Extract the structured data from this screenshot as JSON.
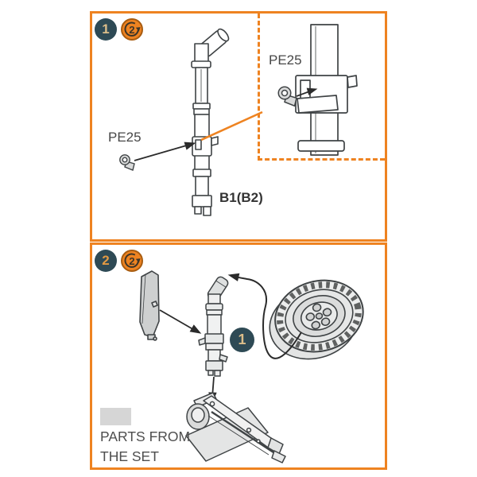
{
  "panels": [
    {
      "step_badge": "1",
      "repeat_badge": "2",
      "labels": {
        "pe_callout": "PE25",
        "pe_inset_callout": "PE25",
        "part_code": "B1(B2)"
      }
    },
    {
      "step_badge": "2",
      "repeat_badge": "2",
      "assembly_ref_badge": "1",
      "legend": {
        "line1": "PARTS FROM",
        "line2": "THE SET"
      }
    }
  ],
  "colors": {
    "accent_orange": "#EE8321",
    "badge_dark": "#2E4A55",
    "badge_number_tan": "#DCBE8A",
    "line_art": "#3F4345",
    "swatch_gray": "#D6D6D6"
  }
}
